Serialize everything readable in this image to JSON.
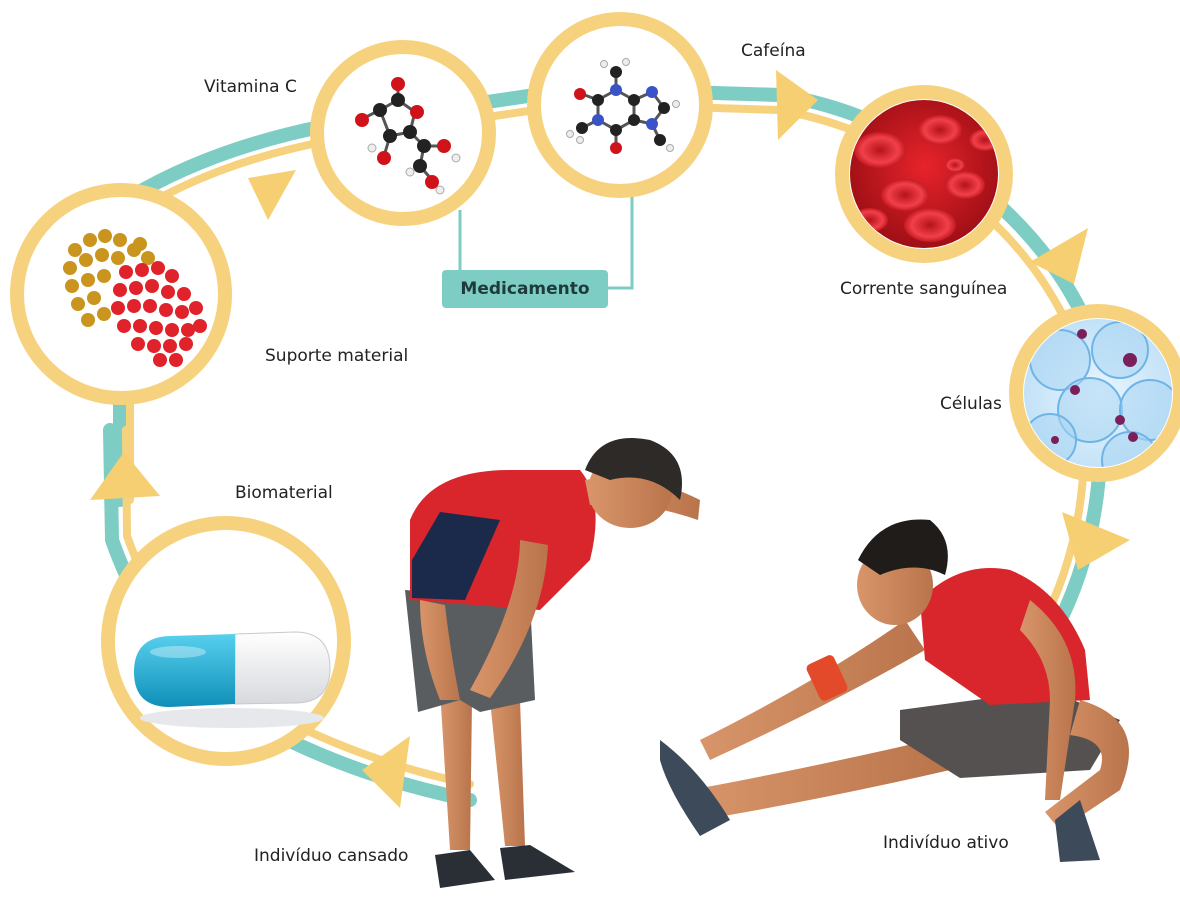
{
  "labels": {
    "vitamina_c": "Vitamina C",
    "cafeina": "Cafeína",
    "corrente": "Corrente sanguínea",
    "celulas": "Células",
    "suporte": "Suporte material",
    "biomaterial": "Biomaterial",
    "medicamento": "Medicamento",
    "cansado": "Indivíduo cansado",
    "ativo": "Indivíduo ativo"
  },
  "colors": {
    "ring_yellow": "#f7d27e",
    "track_teal": "#7dcdc4",
    "arrow_yellow": "#f6cf73",
    "medicamento_box": "#7dcdc4",
    "blood_red": "#c8161d",
    "cell_blue": "#9fd0f0",
    "capsule_blue": "#1fb2d6",
    "shirt_red": "#d8262c"
  },
  "icons": [
    "fullerene-nanotube-icon",
    "vitamin-c-molecule-icon",
    "caffeine-molecule-icon",
    "blood-cells-icon",
    "cells-icon",
    "capsule-pill-icon",
    "tired-runner-figure",
    "active-runner-figure"
  ]
}
